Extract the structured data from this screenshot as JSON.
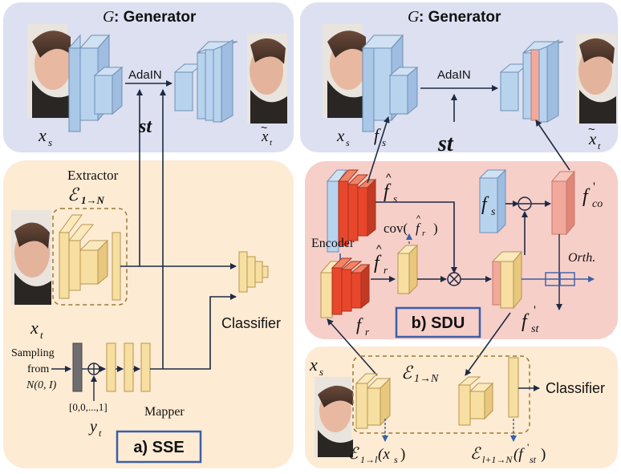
{
  "panels": {
    "gen_left": {
      "title_g": "G",
      "title_rest": ": Generator"
    },
    "gen_right": {
      "title_g": "G",
      "title_rest": ": Generator"
    },
    "sse": {
      "label": "a) SSE"
    },
    "sdu": {
      "label": "b) SDU"
    }
  },
  "gen_left_labels": {
    "adain": "AdaIN",
    "st": "st",
    "x_s": "x",
    "x_s_sub": "s",
    "x_t_tilde": "x",
    "x_t_tilde_sub": "t"
  },
  "gen_right_labels": {
    "adain": "AdaIN",
    "st": "st",
    "x_s": "x",
    "x_s_sub": "s",
    "f_s": "f",
    "f_s_sub": "s",
    "x_t_tilde": "x",
    "x_t_tilde_sub": "t"
  },
  "sse_labels": {
    "extractor": "Extractor",
    "extractor_sym": "ℰ",
    "extractor_sub": "1→N",
    "x_t": "x",
    "x_t_sub": "t",
    "sampling": "Sampling",
    "from": "from",
    "normal": "N(0, I)",
    "onehot": "[0,0,...,1]",
    "mapper": "Mapper",
    "y_t": "y",
    "y_t_sub": "t",
    "classifier": "Classifier"
  },
  "sdu_labels": {
    "f_s_hat": "f",
    "f_s_hat_sub": "s",
    "f_r_hat": "f",
    "f_r_hat_sub": "r",
    "cov": "cov(",
    "cov_f": "f",
    "cov_sub": "r",
    "cov_close": ")",
    "encoder": "Encoder",
    "f_r": "f",
    "f_r_sub": "r",
    "f_s": "f",
    "f_s_sub": "s",
    "f_co": "f",
    "f_co_sub": "co",
    "f_co_prime": "'",
    "f_st": "f",
    "f_st_sub": "st",
    "f_st_prime": "'",
    "orth": "Orth."
  },
  "bottom_labels": {
    "x_s": "x",
    "x_s_sub": "s",
    "enc_sym": "ℰ",
    "enc_sub": "1→N",
    "classifier": "Classifier",
    "e_1l": "ℰ",
    "e_1l_sub": "1→l",
    "e_1l_arg": "(x",
    "e_1l_arg_sub": "s",
    "e_1l_close": ")",
    "e_l1n": "ℰ",
    "e_l1n_sub": "l+1→N",
    "e_l1n_arg": "(f",
    "e_l1n_arg_sub": "st",
    "e_l1n_prime": "'",
    "e_l1n_close": ")"
  },
  "colors": {
    "gen_bg": "#dde0f0",
    "sse_bg": "#fdebd3",
    "sdu_bg": "#f6cfc9",
    "bottom_bg": "#fdebd3",
    "blue_block": "#b8d3ee",
    "yellow_block": "#f7dfa2",
    "red_block": "#e8472c",
    "pink_block": "#f2a99c",
    "arrow": "#1f2a44",
    "label_box": "#3a5fa8"
  }
}
